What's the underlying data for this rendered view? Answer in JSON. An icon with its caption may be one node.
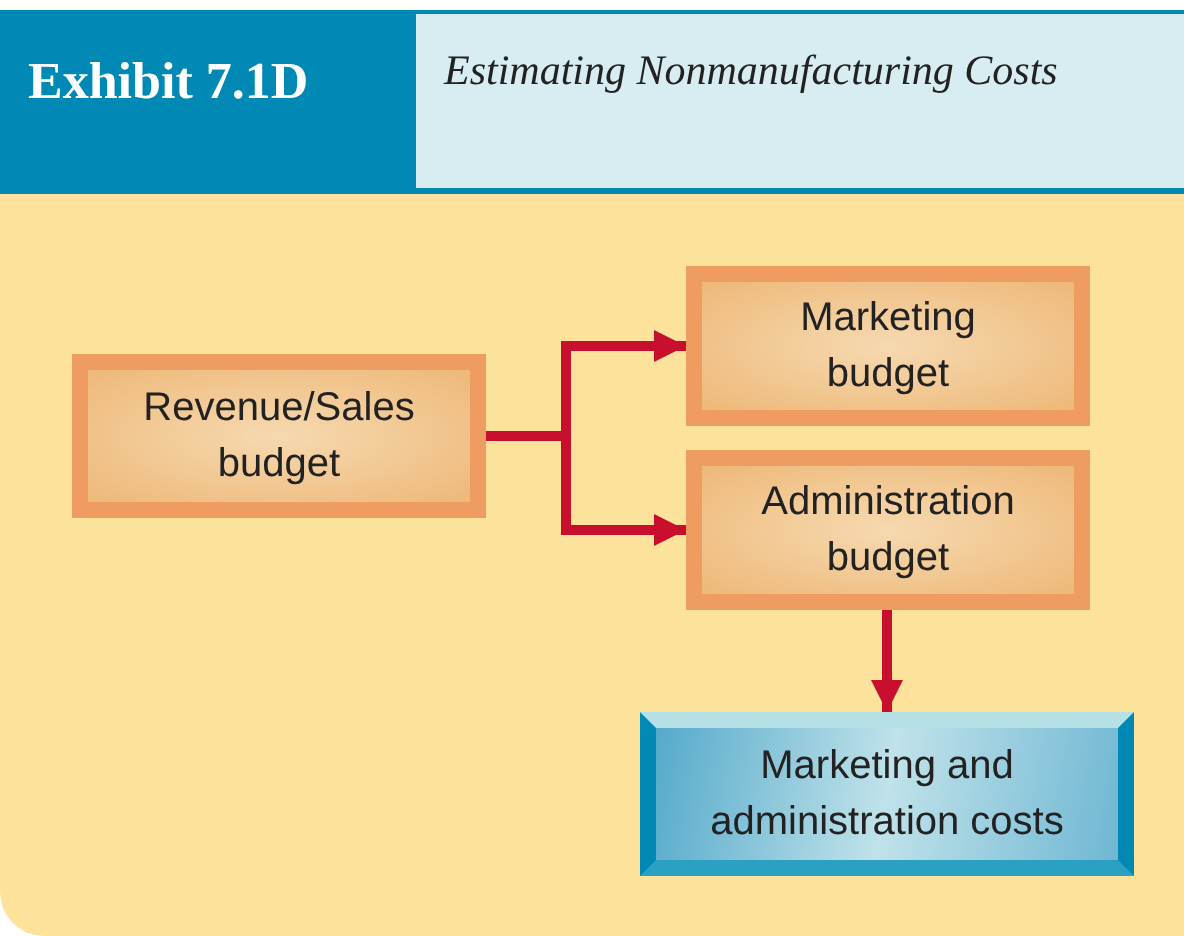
{
  "diagram": {
    "title": "Estimating Nonmanufacturing Costs",
    "labels": [
      "Exhibit 7.1D"
    ],
    "nodes": [
      {
        "text": [
          "Revenue/Sales budget"
        ]
      },
      {
        "text": [
          "Marketing budget"
        ]
      },
      {
        "text": [
          "Administration budget"
        ]
      },
      {
        "text": [
          "Marketing and administration costs"
        ]
      }
    ],
    "edges": [
      {
        "from": 0,
        "to": 1,
        "arrow": "to"
      },
      {
        "from": 0,
        "to": 2,
        "arrow": "to"
      },
      {
        "from": 2,
        "to": 3,
        "arrow": "to"
      }
    ]
  }
}
